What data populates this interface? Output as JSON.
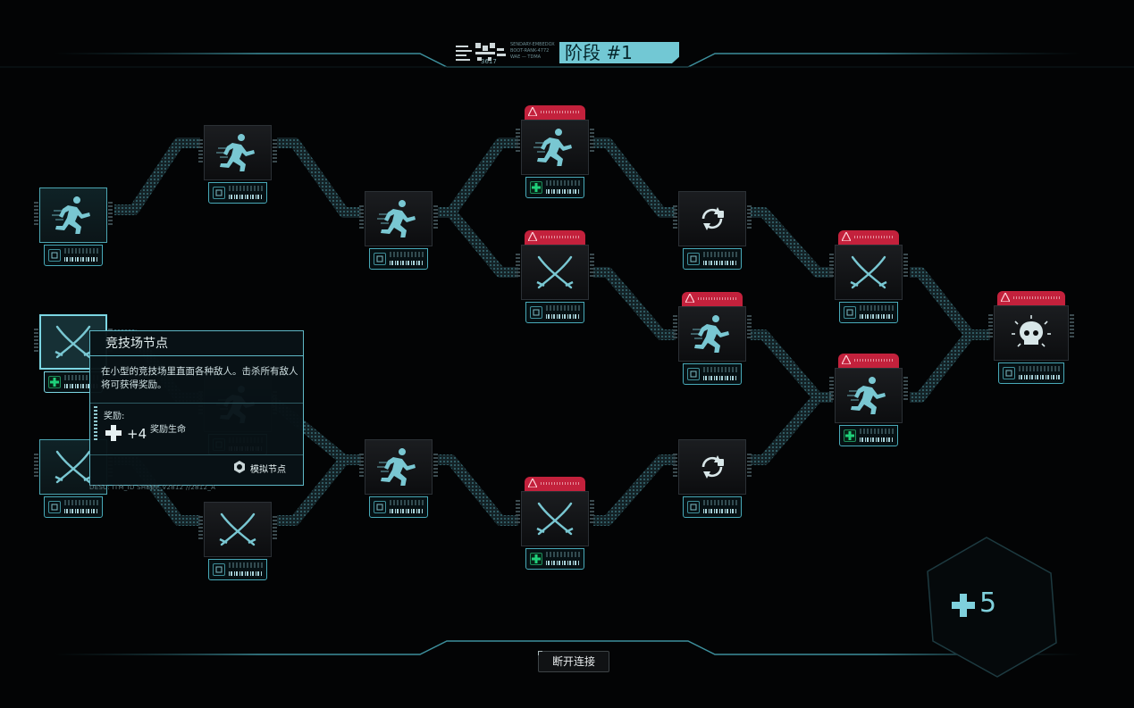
{
  "header": {
    "stage_label": "阶段 #1",
    "year": "3617",
    "meta_lines": [
      "SENDARY-EMBEDOX",
      "BOOT-RANK-4772",
      "WAE — TDMA"
    ]
  },
  "tooltip": {
    "title": "竞技场节点",
    "description": "在小型的竞技场里直面各种敌人。击杀所有敌人将可获得奖励。",
    "reward_label": "奖励:",
    "reward_amount": "+4",
    "reward_name": "奖励生命",
    "simulate_label": "模拟节点",
    "footer": "DESC: ITM_ID SHEET_V2812 //2812_A"
  },
  "counter": {
    "value": "5"
  },
  "disconnect_label": "断开连接",
  "colors": {
    "accent": "#72c8d4",
    "danger": "#c3213c",
    "heal": "#1fd07a",
    "bg": "#030405"
  },
  "nodes": [
    {
      "id": "n1",
      "type": "sprint",
      "icon": "runner-icon",
      "variant": "cur",
      "danger": false,
      "plus": false
    },
    {
      "id": "n2",
      "type": "arena",
      "icon": "crossed-swords-icon",
      "variant": "sel",
      "danger": false,
      "plus": true
    },
    {
      "id": "n3",
      "type": "arena",
      "icon": "crossed-swords-icon",
      "variant": "cur",
      "danger": false,
      "plus": false
    },
    {
      "id": "n4",
      "type": "sprint",
      "icon": "runner-icon",
      "variant": "",
      "danger": false,
      "plus": false
    },
    {
      "id": "n5",
      "type": "sprint",
      "icon": "runner-icon",
      "variant": "",
      "danger": false,
      "plus": false
    },
    {
      "id": "n6",
      "type": "arena",
      "icon": "crossed-swords-icon",
      "variant": "",
      "danger": false,
      "plus": false
    },
    {
      "id": "n7",
      "type": "sprint",
      "icon": "runner-icon",
      "variant": "",
      "danger": false,
      "plus": false
    },
    {
      "id": "n8",
      "type": "sprint",
      "icon": "runner-icon",
      "variant": "",
      "danger": false,
      "plus": false
    },
    {
      "id": "n9",
      "type": "sprint",
      "icon": "runner-icon",
      "variant": "",
      "danger": true,
      "plus": true
    },
    {
      "id": "n10",
      "type": "arena",
      "icon": "crossed-swords-icon",
      "variant": "",
      "danger": true,
      "plus": false
    },
    {
      "id": "n11",
      "type": "arena",
      "icon": "crossed-swords-icon",
      "variant": "",
      "danger": true,
      "plus": true
    },
    {
      "id": "n12",
      "type": "swap",
      "icon": "refresh-icon",
      "variant": "",
      "danger": false,
      "plus": false
    },
    {
      "id": "n13",
      "type": "sprint",
      "icon": "runner-icon",
      "variant": "",
      "danger": true,
      "plus": false
    },
    {
      "id": "n14",
      "type": "swap",
      "icon": "refresh-icon",
      "variant": "",
      "danger": false,
      "plus": false
    },
    {
      "id": "n15",
      "type": "arena",
      "icon": "crossed-swords-icon",
      "variant": "",
      "danger": true,
      "plus": false
    },
    {
      "id": "n16",
      "type": "sprint",
      "icon": "runner-icon",
      "variant": "",
      "danger": true,
      "plus": true
    },
    {
      "id": "n17",
      "type": "boss",
      "icon": "skull-icon",
      "variant": "",
      "danger": true,
      "plus": false
    }
  ]
}
